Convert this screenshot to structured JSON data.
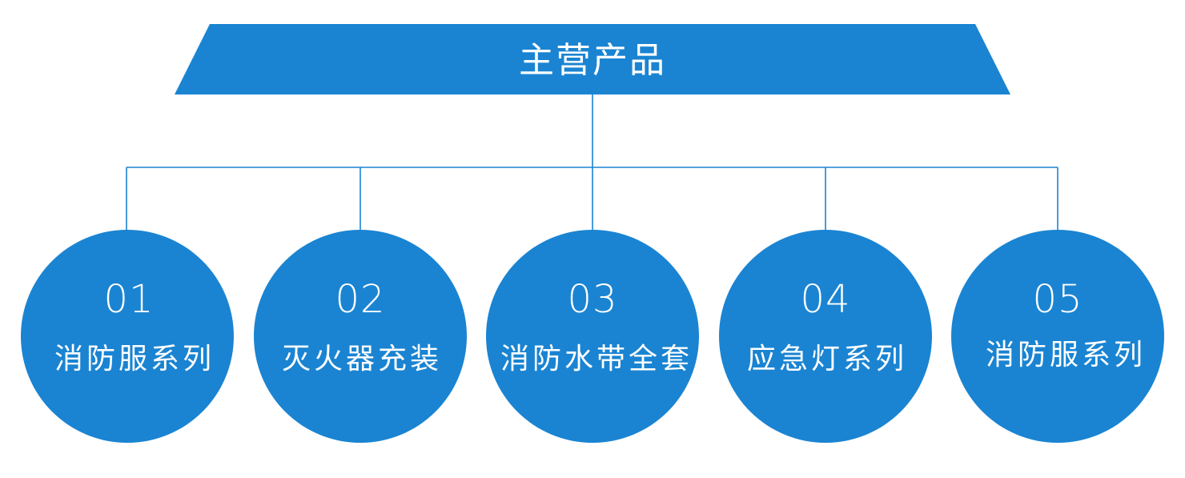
{
  "header": {
    "title": "主营产品"
  },
  "products": [
    {
      "number": "01",
      "label": "消防服系列"
    },
    {
      "number": "02",
      "label": "灭火器充装"
    },
    {
      "number": "03",
      "label": "消防水带全套"
    },
    {
      "number": "04",
      "label": "应急灯系列"
    },
    {
      "number": "05",
      "label": "消防服系列"
    }
  ],
  "colors": {
    "accent": "#1a84d2",
    "text_on_accent": "#ffffff"
  }
}
